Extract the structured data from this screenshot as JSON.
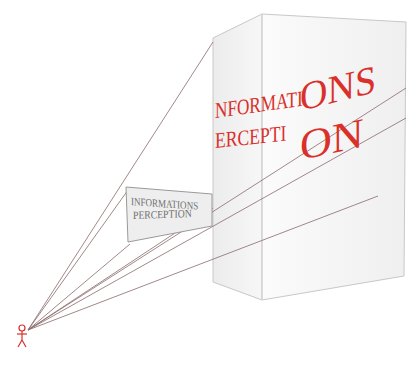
{
  "diagram": {
    "labels": [
      "NFORMATI",
      "ONS",
      "ERCEPTI",
      "ON",
      "INFORMATIONS",
      "PERCEPTION"
    ]
  }
}
